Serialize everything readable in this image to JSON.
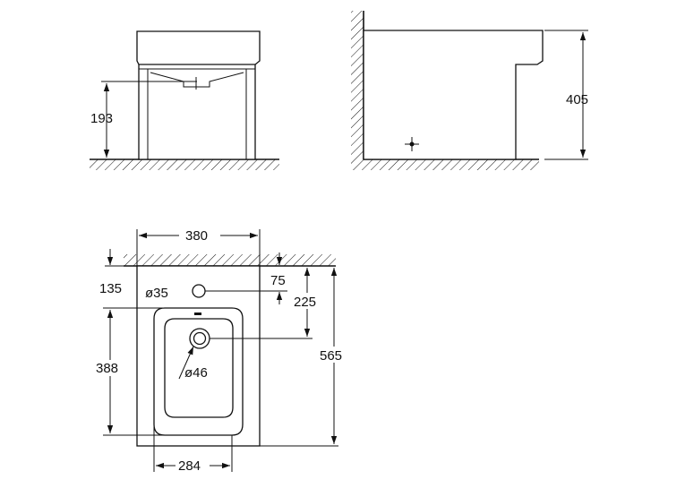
{
  "front_view": {
    "height_label": "193"
  },
  "side_view": {
    "height_label": "405"
  },
  "top_view": {
    "width_label": "380",
    "inlet_offset_label": "135",
    "inlet_diameter_label": "ø35",
    "inlet_from_wall_label": "75",
    "outlet_from_wall_label": "225",
    "depth_label": "565",
    "bowl_length_label": "388",
    "outlet_diameter_label": "ø46",
    "bowl_width_label": "284"
  },
  "colors": {
    "line": "#111111",
    "background": "#ffffff"
  }
}
